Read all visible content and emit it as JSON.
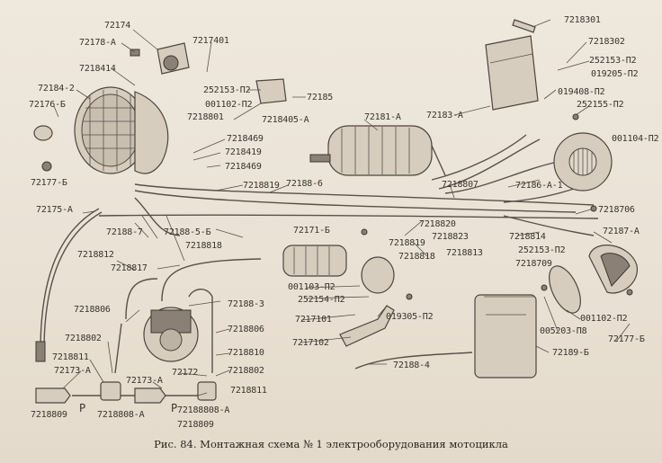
{
  "caption": "Рис. 84. Монтажная схема № 1 электрооборудования мотоцикла",
  "labels": [
    {
      "id": "l1",
      "text": "72174"
    },
    {
      "id": "l2",
      "text": "72178-А"
    },
    {
      "id": "l3",
      "text": "7217401"
    },
    {
      "id": "l4",
      "text": "7218414"
    },
    {
      "id": "l5",
      "text": "72184-2"
    },
    {
      "id": "l6",
      "text": "252153-П2"
    },
    {
      "id": "l7",
      "text": "001102-П2"
    },
    {
      "id": "l8",
      "text": "7218801"
    },
    {
      "id": "l9",
      "text": "72185"
    },
    {
      "id": "l10",
      "text": "7218405-А"
    },
    {
      "id": "l11",
      "text": "72176-Б"
    },
    {
      "id": "l12",
      "text": "7218469"
    },
    {
      "id": "l13",
      "text": "7218419"
    },
    {
      "id": "l14",
      "text": "7218469"
    },
    {
      "id": "l15",
      "text": "72177-Б"
    },
    {
      "id": "l16",
      "text": "7218819"
    },
    {
      "id": "l17",
      "text": "72188-6"
    },
    {
      "id": "l18",
      "text": "72181-А"
    },
    {
      "id": "l19",
      "text": "72183-А"
    },
    {
      "id": "l20",
      "text": "7218301"
    },
    {
      "id": "l21",
      "text": "7218302"
    },
    {
      "id": "l22",
      "text": "252153-П2"
    },
    {
      "id": "l23",
      "text": "019205-П2"
    },
    {
      "id": "l24",
      "text": "019408-П2"
    },
    {
      "id": "l25",
      "text": "252155-П2"
    },
    {
      "id": "l26",
      "text": "001104-П2"
    },
    {
      "id": "l27",
      "text": "7218807"
    },
    {
      "id": "l28",
      "text": "72186-А-1"
    },
    {
      "id": "l29",
      "text": "72175-А"
    },
    {
      "id": "l30",
      "text": "72188-7"
    },
    {
      "id": "l31",
      "text": "72188-5-Б"
    },
    {
      "id": "l32",
      "text": "7218818"
    },
    {
      "id": "l33",
      "text": "7218820"
    },
    {
      "id": "l34",
      "text": "7218823"
    },
    {
      "id": "l35",
      "text": "7218706"
    },
    {
      "id": "l36",
      "text": "72187-А"
    },
    {
      "id": "l37",
      "text": "72171-Б"
    },
    {
      "id": "l38",
      "text": "7218819"
    },
    {
      "id": "l39",
      "text": "7218818"
    },
    {
      "id": "l40",
      "text": "7218813"
    },
    {
      "id": "l41",
      "text": "7218814"
    },
    {
      "id": "l42",
      "text": "252153-П2"
    },
    {
      "id": "l43",
      "text": "7218709"
    },
    {
      "id": "l44",
      "text": "7218812"
    },
    {
      "id": "l45",
      "text": "7218817"
    },
    {
      "id": "l46",
      "text": "72188-3"
    },
    {
      "id": "l47",
      "text": "001103-П2"
    },
    {
      "id": "l48",
      "text": "252154-П2"
    },
    {
      "id": "l49",
      "text": "7218806"
    },
    {
      "id": "l50",
      "text": "7217101"
    },
    {
      "id": "l51",
      "text": "019305-П2"
    },
    {
      "id": "l52",
      "text": "7218806"
    },
    {
      "id": "l53",
      "text": "7217102"
    },
    {
      "id": "l54",
      "text": "7218802"
    },
    {
      "id": "l55",
      "text": "7218810"
    },
    {
      "id": "l56",
      "text": "7218811"
    },
    {
      "id": "l57",
      "text": "72173-А"
    },
    {
      "id": "l58",
      "text": "72173-А"
    },
    {
      "id": "l59",
      "text": "72172"
    },
    {
      "id": "l60",
      "text": "7218802"
    },
    {
      "id": "l61",
      "text": "7218811"
    },
    {
      "id": "l62",
      "text": "72188-4"
    },
    {
      "id": "l63",
      "text": "72189-Б"
    },
    {
      "id": "l64",
      "text": "001102-П2"
    },
    {
      "id": "l65",
      "text": "005203-П8"
    },
    {
      "id": "l66",
      "text": "72177-Б"
    },
    {
      "id": "l67",
      "text": "7218809"
    },
    {
      "id": "l68",
      "text": "72188808-А"
    },
    {
      "id": "l69",
      "text": "7218808-А"
    },
    {
      "id": "l70",
      "text": "7218809"
    },
    {
      "id": "l71",
      "text": "Р"
    },
    {
      "id": "l72",
      "text": "Р"
    }
  ]
}
